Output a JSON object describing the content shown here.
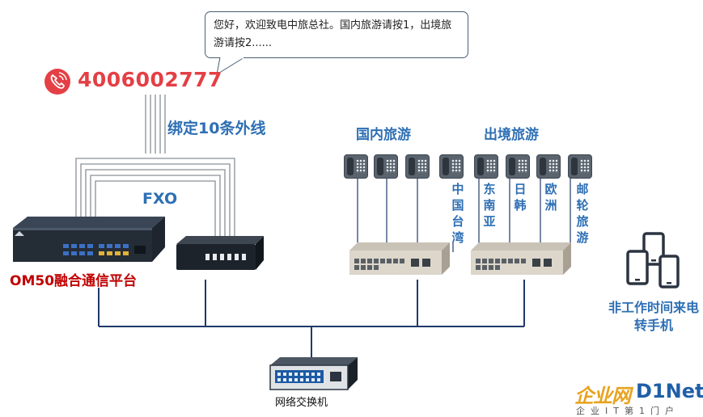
{
  "greeting": "您好，欢迎致电中旅总社。国内旅游请按1，出境旅游请按2......",
  "hotline": {
    "number": "4006002777",
    "icon": "phone-icon",
    "color": "#e43f45"
  },
  "labels": {
    "trunk": "绑定10条外线",
    "fxo": "FXO",
    "om50": "OM50融合通信平台",
    "switch": "网络交换机",
    "mobile_forward": "非工作时间来电转手机"
  },
  "groups": {
    "domestic": {
      "title": "国内旅游"
    },
    "outbound": {
      "title": "出境旅游"
    }
  },
  "destinations": [
    {
      "label": "中国台湾"
    },
    {
      "label": "东南亚"
    },
    {
      "label": "日韩"
    },
    {
      "label": "欧洲"
    },
    {
      "label": "邮轮旅游"
    }
  ],
  "watermark": {
    "main": "企业网",
    "brand": "D1Net",
    "tagline": "企业IT第1门户"
  },
  "colors": {
    "accent": "#2e6fb4",
    "alert": "#c00000",
    "hotline": "#e43f45"
  }
}
